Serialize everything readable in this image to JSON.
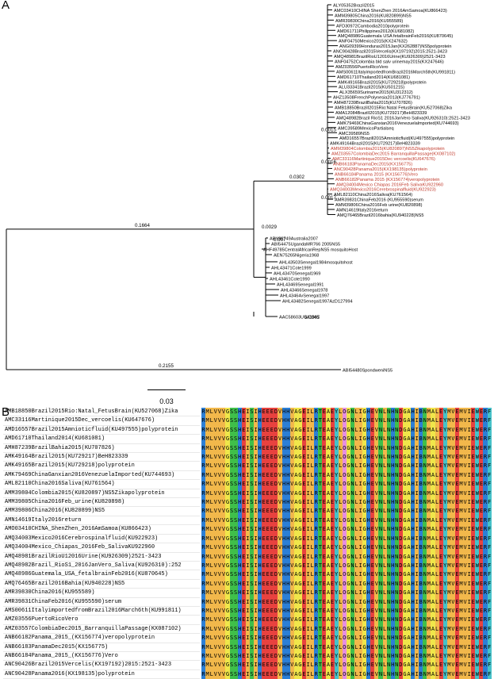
{
  "panels": {
    "a_label": "A",
    "b_label": "B"
  },
  "scale_bar": {
    "label": "0.03"
  },
  "tree": {
    "branch_labels": [
      "0.1664",
      "0.2155",
      "0.0302",
      "0.0029",
      "0.007",
      "0.0045",
      "0.0015",
      "0.0016",
      "0.0017"
    ],
    "taxa": [
      {
        "name": "ALY05352Brazil2015",
        "color": "#000000"
      },
      {
        "name": "AMC03410CHINA ShenZhen 2016AmSamoa(KU866423)",
        "color": "#000000"
      },
      {
        "name": "AMM39805China2016(KU820899)NS5",
        "color": "#000000"
      },
      {
        "name": "AMR39830China2016(KU955589)",
        "color": "#000000"
      },
      {
        "name": "AFD30972Cambodia2010polyprotein",
        "color": "#000000"
      },
      {
        "name": "AMD61711Philippines2012(KU681082)",
        "color": "#000000"
      },
      {
        "name": "AMQ48986Guatemala USA fetalbrainFeb2016(KU870645)",
        "color": "#000000"
      },
      {
        "name": "ANF04750Mexico2015(KX247632)",
        "color": "#000000"
      },
      {
        "name": "ANG09399Honduras2015Jan(KX262887)NS5polyprotein",
        "color": "#000000"
      },
      {
        "name": "ANC90428Brazil2015Vercelis(KX197192)2015:2521-3423",
        "color": "#000000"
      },
      {
        "name": "AMQ48981BrazilRioU12016Urine(KU926309)2521-3423",
        "color": "#000000"
      },
      {
        "name": "ANF04752Colombia bld salv urinemay2015(KX247646)",
        "color": "#000000"
      },
      {
        "name": "AMZ03556PuertoRicoVero",
        "color": "#000000"
      },
      {
        "name": "AMS00611ItalyimportedfromBrazil2016March5th(KU991811)",
        "color": "#000000"
      },
      {
        "name": "AMD61710Thailand2014(KU681081)",
        "color": "#000000"
      },
      {
        "name": "AMK49165Brazil2015(KU729218)polyprotein",
        "color": "#000000"
      },
      {
        "name": "ALU33341Brazil2015(KU501215)",
        "color": "#000000"
      },
      {
        "name": "ALX35659Suriname2015(KU312312)",
        "color": "#000000"
      },
      {
        "name": "AHZ13508FrenchPolynesia2013(KJ776791)",
        "color": "#000000"
      },
      {
        "name": "AMH87239BrazilBahia2015(KU707826)",
        "color": "#000000"
      },
      {
        "name": "AMB18850BrazilI2015Rio:Natal FetusBrain(KU527068)Zika",
        "color": "#000000"
      },
      {
        "name": "AMA12084BrazilI2015(KU729217)BeH823339",
        "color": "#000000"
      },
      {
        "name": "AMQ48982Brazil RioS1 2016JanVero Saliva(KU926310):2521-3423",
        "color": "#000000"
      },
      {
        "name": "AMK79469ChinaGanxian2016Venezuelalmported(KU744693)",
        "color": "#000000"
      },
      {
        "name": "AMC39589MexicoPartialseq",
        "color": "#000000"
      },
      {
        "name": "AMC39589NS5",
        "color": "#000000"
      },
      {
        "name": "AMD16557BrazilI2015Amnioticfluid(KU497555)polyprotein",
        "color": "#000000"
      },
      {
        "name": "AMK49164Brazil2015(KU729217)BeH823339",
        "color": "#000000"
      },
      {
        "name": "AMM39804Colombia2015(KU820897)NS5Zikapolyprotein",
        "color": "#c0392b"
      },
      {
        "name": "AMZ03557ColombiaDec2015 BarranquillaPassage(KX087102)",
        "color": "#c0392b"
      },
      {
        "name": "AMC33116Martinique2015Dec vercoelis(KU647676)",
        "color": "#c0392b"
      },
      {
        "name": "ANB66183PanamaDec2015(KX156775)",
        "color": "#c0392b"
      },
      {
        "name": "ANC90428Panama2015(KX198135)polyprotein",
        "color": "#c0392b"
      },
      {
        "name": "ANB66184Panama 2015 (KX156776)Vero",
        "color": "#c0392b"
      },
      {
        "name": "ANB66182Panama 2015 (KX156774)veropolyprotein",
        "color": "#c0392b"
      },
      {
        "name": "AMQ34004Mexico Chiapas 2016Feb SalivaKU922960",
        "color": "#c0392b"
      },
      {
        "name": "AMQ34003Mexico2016Cerebrospinalfluid(KU922923)",
        "color": "#c0392b"
      },
      {
        "name": "AML82110China2016Saliva(KU761564)",
        "color": "#000000"
      },
      {
        "name": "AMR39831ChinaFeb2016 (KU955590)serum",
        "color": "#000000"
      },
      {
        "name": "AMM39806China2016Feb urine(KU820898)",
        "color": "#000000"
      },
      {
        "name": "AMN14619Italy2016return",
        "color": "#000000"
      },
      {
        "name": "AMQ76465Brazil2016bahia(KU940228)NS5",
        "color": "#000000"
      },
      {
        "name": "ABY86749Australia2007",
        "color": "#000000"
      },
      {
        "name": "ABI54475UgandaMR766 2005NS5",
        "color": "#000000"
      },
      {
        "name": "AHF49785CentralAfricanRepNS5 mosquitoHost",
        "color": "#000000"
      },
      {
        "name": "AEN75265Nigeria1968",
        "color": "#000000"
      },
      {
        "name": "AHL43503Senegal1984mosquitohost",
        "color": "#000000"
      },
      {
        "name": "AHL43471Cote1999",
        "color": "#000000"
      },
      {
        "name": "AHL43470Senegal1969",
        "color": "#000000"
      },
      {
        "name": "AHL43461Cote1990",
        "color": "#000000"
      },
      {
        "name": "AHL43469Senegal1991",
        "color": "#000000"
      },
      {
        "name": "AHL43466Senegal1978",
        "color": "#000000"
      },
      {
        "name": "AHL43464vSenegal1997",
        "color": "#000000"
      },
      {
        "name": "AHL43482Senegal1997AzD127994",
        "color": "#000000"
      },
      {
        "name": "AAC58603USA1997",
        "color": "#000000"
      },
      {
        "name": "ABI54480SpondweniNS5",
        "color": "#000000"
      }
    ]
  },
  "alignment": {
    "sequence_names": [
      "AMB18850Brazil2015Rio:Natal_FetusBrain(KU527068)Zika",
      "AMC33116Martinique2015Dec_vercoelis(KU647676)",
      "AMD16557Brazil2015Amnioticfluid(KU497555)polyprotein",
      "AMD61710Thailand2014(KU681081)",
      "AMH87239BrazilBahia2015(KU707826)",
      "AMK49164Brazil2015(KU729217)BeH823339",
      "AMK49165Brazil2015(KU729218)polyprotein",
      "AMK79469ChinaGanxian2016VenezuelaImported(KU744693)",
      "AML82110China2016Saliva(KU761564)",
      "AMM39804Colombia2015(KU820897)NS5Zikapolyprotein",
      "AMM39805China2016Feb_urine(KU820898)",
      "AMM39806China2016(KU820899)NS5",
      "AMN14619Italy2016return",
      "AMO03410CHINA_ShenZhen_2016AmSamoa(KU866423)",
      "AMQ34003Mexico2016Cerebrospinalfluid(KU922923)",
      "AMQ34004Mexico_Chiapas_2016Feb_SalivaKU922960",
      "AMQ48981BrazilRioU12016Urine(KU926309)2521-3423",
      "AMQ48982Brazil_RioS1_2016JanVero_Saliva(KU926310):252",
      "AMQ48986Guatemala_USA_fetalbrainFeb2016(KU870645)",
      "AMQ76465Brazil2016Bahia(KU940228)NS5",
      "AMR39830China2016(KU955589)",
      "AMR39831ChinaFeb2016(KU955590)serum",
      "AMS00611ItalyimportedfromBrazil2016March6th(KU991811)",
      "AMZ03556PuertoRicoVero",
      "AMZ03557ColombiaDec2015_BarranquillaPassage(KX087102)",
      "ANB66182Panama_2015_(KX156774)veropolyprotein",
      "ANB66183PanamaDec2015(KX156775)",
      "ANB66184Panama_2015_(KX156776)Vero",
      "ANC90426Brazil2015Vercelis(KX197192)2015:2521-3423",
      "ANC90428Panama2016(KX198135)polyprotein"
    ],
    "consensus": "RMLVVVGSSHEISIHEEEDVHHVAGEILRTEAEYLOGNLIGHEVNLNHNDGAHIBNMALEYMVEMVIEWERF"
  },
  "colors": {
    "V": "#f2b84b",
    "I": "#f2b84b",
    "L": "#f2b84b",
    "M": "#f2b84b",
    "E": "#e8423f",
    "D": "#e8423f",
    "H": "#2c7fd6",
    "R": "#2c7fd6",
    "K": "#2c7fd6",
    "B": "#2c7fd6",
    "G": "#f0e64a",
    "A": "#f0e64a",
    "S": "#3fbf4a",
    "T": "#3fbf4a",
    "N": "#3fbf4a",
    "Q": "#3fbf4a",
    "Y": "#46c2c9",
    "W": "#46c2c9",
    "F": "#46c2c9",
    "C": "#e88ee0",
    "O": "#e88ee0",
    "P": "#d9c07a"
  }
}
